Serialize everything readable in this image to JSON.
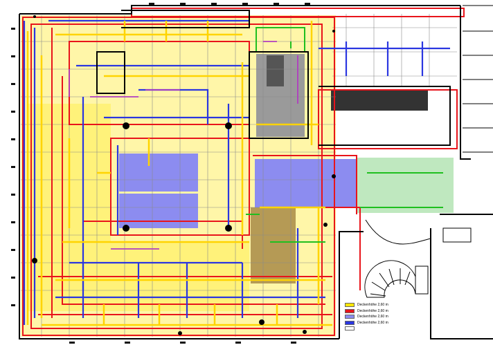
{
  "colors": {
    "background": "#ffffff",
    "wall": "#000000",
    "duct_red": "#e8141b",
    "duct_blue": "#2a36e0",
    "duct_yellow": "#ffe600",
    "duct_green": "#1fbf1f",
    "zone_lilac": "#8c8cf0",
    "zone_green": "#bfe8bf",
    "zone_gray": "#9a9a9a",
    "zone_yellow": "#fff27a",
    "detail_line": "#7a7a7a"
  },
  "legend": {
    "items": [
      {
        "label": "Deckenhöhe 2,60 m",
        "color": "#ffe600"
      },
      {
        "label": "Deckenhöhe 2,60 m",
        "color": "#e8141b"
      },
      {
        "label": "Deckenhöhe 2,60 m",
        "color": "#8c8cf0"
      },
      {
        "label": "Deckenhöhe 2,60 m",
        "color": "#2a36e0"
      },
      {
        "label": "",
        "color": "#ffffff"
      }
    ]
  }
}
